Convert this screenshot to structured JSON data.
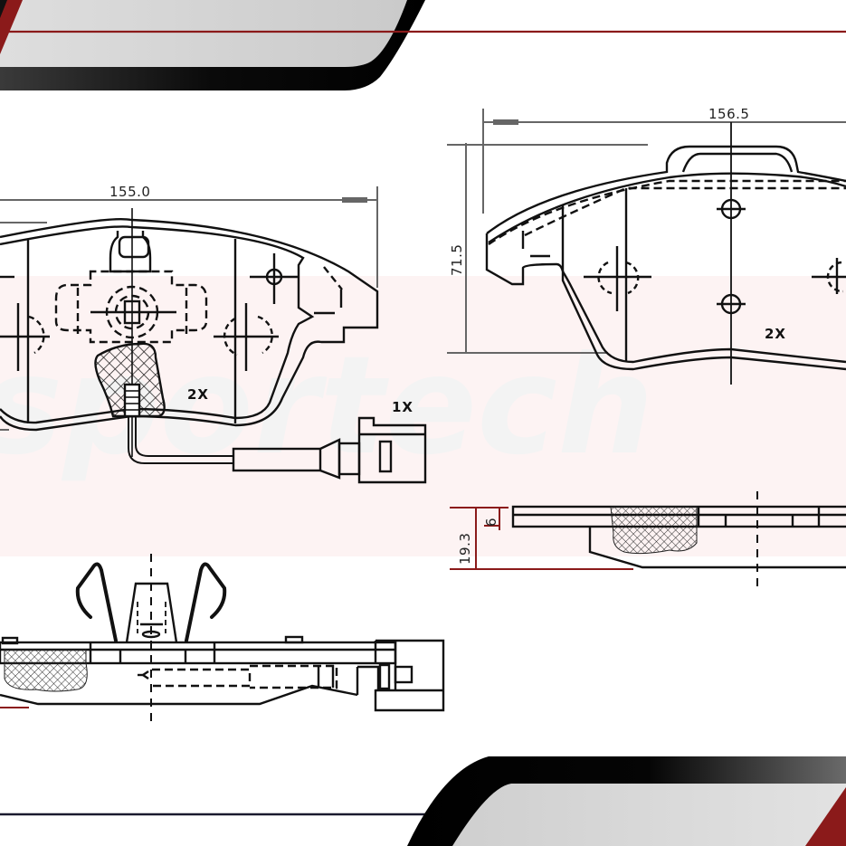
{
  "drawing": {
    "title": "Brake pad set technical drawing",
    "watermark": "sportech",
    "colors": {
      "line": "#111111",
      "dimension_line": "#666666",
      "accent_red": "#8b1a1a",
      "banner_gray": "#cfcfcf",
      "banner_black": "#0a0a0a",
      "watermark_band": "#fdf1f1"
    },
    "views": {
      "front_pad_left": {
        "width_label": "155.0",
        "quantity_label": "2X",
        "sensor_quantity_label": "1X"
      },
      "front_pad_right": {
        "width_label": "156.5",
        "height_label": "71.5",
        "quantity_label": "2X"
      },
      "side_view_right": {
        "total_thickness_label": "19.3",
        "backplate_thickness_label": "6"
      },
      "side_view_left": {
        "description": "Side profile with spring clip and wear sensor connector"
      }
    }
  }
}
